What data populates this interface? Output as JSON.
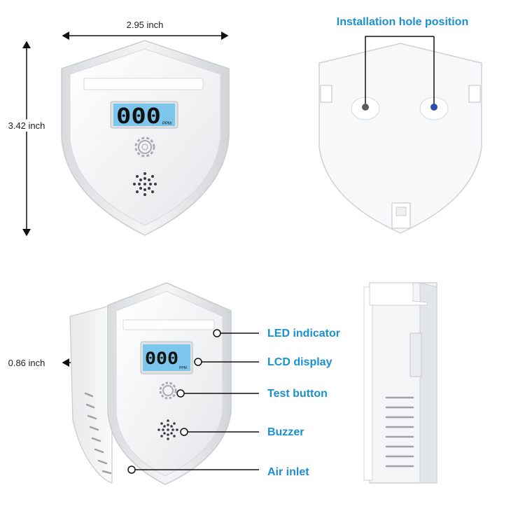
{
  "dimensions": {
    "width": "2.95 inch",
    "height": "3.42 inch",
    "depth": "0.86 inch"
  },
  "rear_view": {
    "title": "Installation hole position"
  },
  "lcd": {
    "reading": "000",
    "unit": "PPM"
  },
  "callouts": [
    {
      "label": "LED indicator"
    },
    {
      "label": "LCD display"
    },
    {
      "label": "Test button"
    },
    {
      "label": "Buzzer"
    },
    {
      "label": "Air inlet"
    }
  ],
  "colors": {
    "accent": "#1a8fd1",
    "lcd_backlight": "#7cc6ec",
    "housing": "#eef0f2",
    "housing_edge": "#c9ccd0"
  },
  "icons": {
    "test_button": "gear-icon",
    "buzzer": "speaker-grille-icon"
  }
}
